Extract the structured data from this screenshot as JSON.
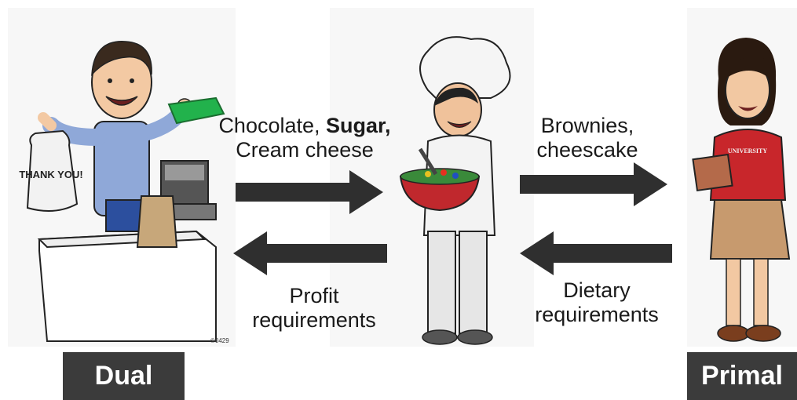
{
  "left_role": {
    "tag": "Dual",
    "bag_text": "THANK YOU!",
    "copyright": "©0429"
  },
  "middle_role": {},
  "right_role": {
    "tag": "Primal",
    "shirt_text": "UNIVERSITY"
  },
  "flows": {
    "to_chef_top": {
      "line1_a": "Chocolate, ",
      "line1_b": "Sugar,",
      "line2": "Cream cheese"
    },
    "to_customer_top": {
      "line1": "Brownies,",
      "line2": "cheescake"
    },
    "to_cashier_bottom": {
      "line1": "Profit",
      "line2": "requirements"
    },
    "to_chef_bottom": {
      "line1": "Dietary",
      "line2": "requirements"
    }
  },
  "colors": {
    "arrow": "#2f2f2f",
    "tag_bg": "#3b3b3b",
    "bowl": "#c0282d",
    "customer_top": "#c8262b",
    "money": "#22b24c"
  }
}
